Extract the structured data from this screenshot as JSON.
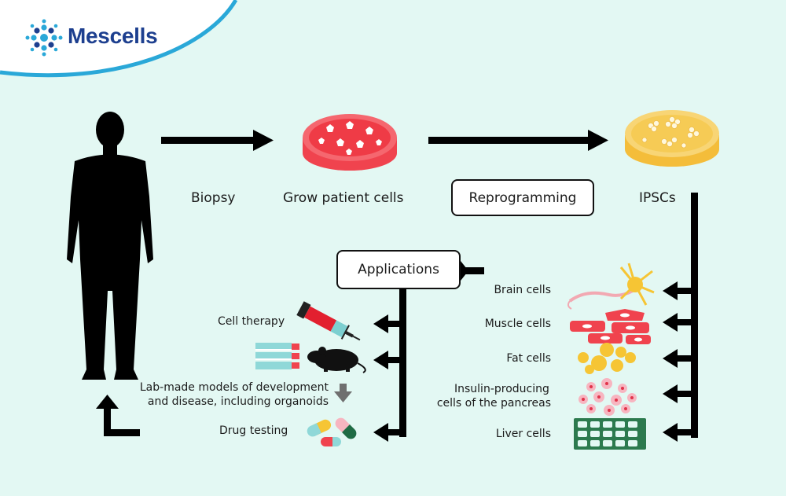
{
  "brand": {
    "name": "Mescells",
    "logo_icon": "cell-cluster-logo-icon",
    "primary_color": "#1d3f8f",
    "accent_color": "#2aa8d8"
  },
  "flow": {
    "biopsy": "Biopsy",
    "grow": "Grow patient cells",
    "reprogramming": "Reprogramming",
    "ipscs": "IPSCs",
    "applications": "Applications"
  },
  "cell_types": [
    {
      "label": "Brain cells",
      "icon": "neuron-icon"
    },
    {
      "label": "Muscle cells",
      "icon": "muscle-cells-icon"
    },
    {
      "label": "Fat cells",
      "icon": "fat-cells-icon"
    },
    {
      "label_line1": "Insulin-producing",
      "label_line2": "cells of the pancreas",
      "icon": "pancreas-cells-icon"
    },
    {
      "label": "Liver cells",
      "icon": "liver-cells-icon"
    }
  ],
  "applications": [
    {
      "label": "Cell therapy",
      "icon": "syringe-icon"
    },
    {
      "label_line1": "Lab-made models of development",
      "label_line2": "and disease, including organoids",
      "icon": "mouse-icon"
    },
    {
      "label": "Drug testing",
      "icon": "pills-icon"
    }
  ],
  "colors": {
    "background": "#e3f8f3",
    "culture_red": "#f0434e",
    "ipsc_yellow": "#f7d162",
    "liver_green": "#2c7a4e"
  }
}
